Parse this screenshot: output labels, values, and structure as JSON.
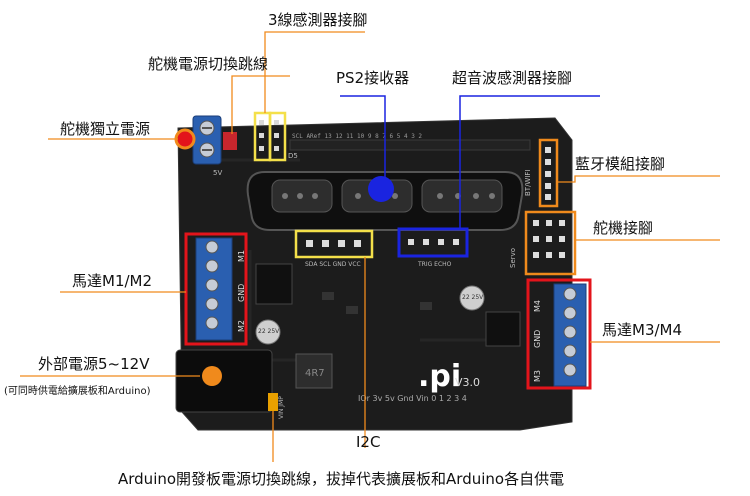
{
  "labels": {
    "sensor_3wire": "3線感測器接腳",
    "servo_power_jumper": "舵機電源切換跳線",
    "ps2_receiver": "PS2接收器",
    "ultrasonic": "超音波感測器接腳",
    "servo_independent_power": "舵機獨立電源",
    "bluetooth": "藍牙模組接腳",
    "servo_header": "舵機接腳",
    "motor_m1m2": "馬達M1/M2",
    "motor_m3m4": "馬達M3/M4",
    "external_power": "外部電源5~12V",
    "external_power_note": "(可同時供電給擴展板和Arduino)",
    "i2c": "I2C",
    "arduino_jumper_note": "Arduino開發板電源切換跳線，拔掉代表擴展板和Arduino各自供電"
  },
  "board": {
    "logo": ".pi",
    "version": "V3.0",
    "top_header_labels": "SCL  ARef  13 12 11 10  9  8     7  6  5  4  3  2",
    "bottom_header_labels": "IOr  3v  5v  Gnd  Vin     0  1  2  3  4",
    "i2c_pins": "SDA SCL GND VCC",
    "ultra_pins": "TRIG  ECHO",
    "bt_label": "BT/WIFI",
    "servo_label": "Servo",
    "m1": "M1",
    "m2": "M2",
    "m3": "M3",
    "m4": "M4",
    "gnd": "GND",
    "five_v": "5V",
    "d5": "D5",
    "vin_jmp": "VIN JMP",
    "chip_label": "4R7",
    "cap_small": "22 25V",
    "cap_right": "22 25V"
  },
  "colors": {
    "board": "#1a1a1a",
    "terminal_blue": "#2a5fb0",
    "red_box": "#e3141b",
    "orange_box": "#f08a1c",
    "yellow_box": "#f4e04a",
    "blue_box": "#1a24e0",
    "leader_line": "#f08a1c",
    "leader_blue": "#1a24e0"
  }
}
